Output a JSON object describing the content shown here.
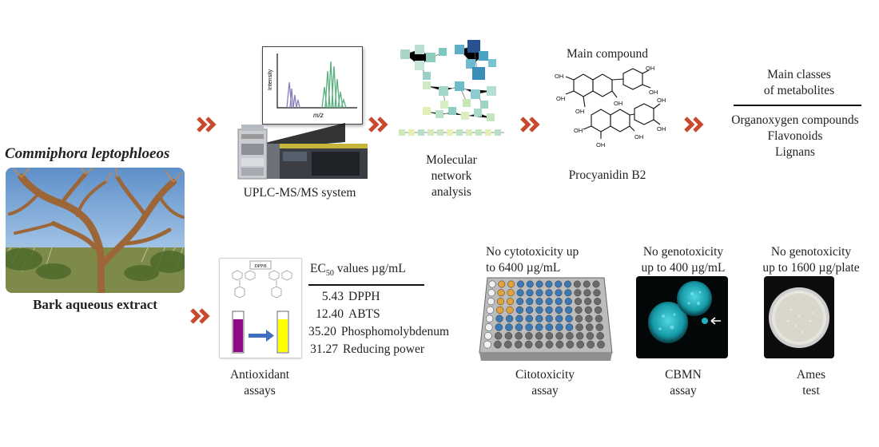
{
  "species_title": "Commiphora leptophloeos",
  "extract_label": "Bark aqueous extract",
  "uplc": {
    "label": "UPLC-MS/MS system",
    "y_axis": "Intensity",
    "x_axis": "m/z"
  },
  "network": {
    "label_l1": "Molecular",
    "label_l2": "network",
    "label_l3": "analysis"
  },
  "compound": {
    "header": "Main compound",
    "name": "Procyanidin B2",
    "oh": "OH"
  },
  "metabolites": {
    "header_l1": "Main classes",
    "header_l2": "of metabolites",
    "classes": [
      "Organoxygen compounds",
      "Flavonoids",
      "Lignans"
    ]
  },
  "antioxidant": {
    "label_l1": "Antioxidant",
    "label_l2": "assays",
    "reagent": "DPPH",
    "table_header_prefix": "EC",
    "table_header_sub": "50",
    "table_header_suffix": " values µg/mL",
    "rows": [
      {
        "value": "5.43",
        "assay": "DPPH"
      },
      {
        "value": "12.40",
        "assay": "ABTS"
      },
      {
        "value": "35.20",
        "assay": "Phosphomolybdenum"
      },
      {
        "value": "31.27",
        "assay": "Reducing power"
      }
    ],
    "colors": {
      "before": "#8e0a86",
      "after": "#ffff00",
      "arrow": "#3f6fc1"
    }
  },
  "cytotoxicity": {
    "note_l1": "No cytotoxicity up",
    "note_l2": "to 6400 µg/mL",
    "label_l1": "Citotoxicity",
    "label_l2": "assay"
  },
  "cbmn": {
    "note_l1": "No genotoxicity",
    "note_l2": "up to 400 µg/mL",
    "label_l1": "CBMN",
    "label_l2": "assay"
  },
  "ames": {
    "note_l1": "No genotoxicity",
    "note_l2": "up to 1600 µg/plate",
    "label_l1": "Ames",
    "label_l2": "test"
  },
  "accent_color": "#c8492c"
}
